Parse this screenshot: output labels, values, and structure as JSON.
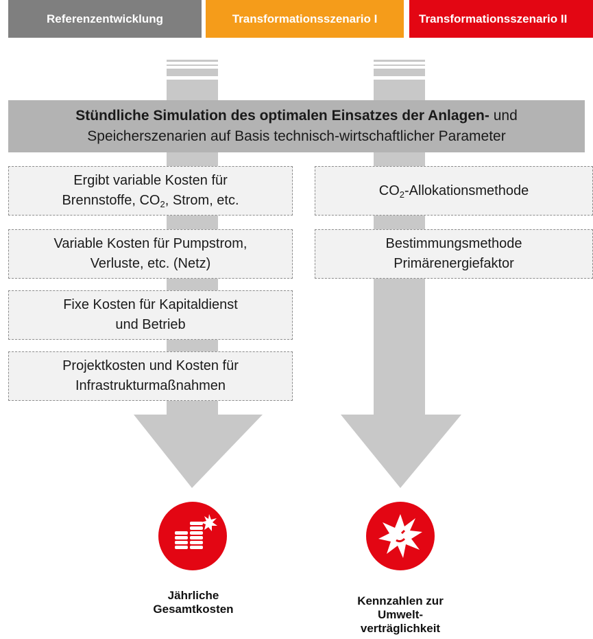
{
  "tabs": [
    {
      "label": "Referenzentwicklung",
      "color": "#7f7f7f"
    },
    {
      "label": "Transformationsszenario I",
      "color": "#f59c1a"
    },
    {
      "label": "Transformationsszenario II",
      "color": "#e30613"
    }
  ],
  "banner": {
    "bold_text": "Stündliche Simulation des optimalen Einsatzes der Anlagen-",
    "tail_text": " und",
    "line2": "Speicherszenarien auf Basis technisch-wirtschaftlicher Parameter"
  },
  "left_boxes": [
    {
      "line1": "Ergibt variable Kosten für",
      "line2_a": "Brennstoffe, CO",
      "line2_sub": "2",
      "line2_b": ", Strom, etc."
    },
    {
      "line1": "Variable Kosten für Pumpstrom,",
      "line2": "Verluste, etc. (Netz)"
    },
    {
      "line1": "Fixe Kosten für Kapitaldienst",
      "line2": "und Betrieb"
    },
    {
      "line1": "Projektkosten und Kosten für",
      "line2": "Infrastrukturmaßnahmen"
    }
  ],
  "right_boxes": [
    {
      "pre": "CO",
      "sub": "2",
      "post": "-Allokationsmethode"
    },
    {
      "line1": "Bestimmungsmethode",
      "line2": "Primärenergiefaktor"
    }
  ],
  "outcomes": [
    {
      "line1": "Jährliche",
      "line2": "Gesamtkosten",
      "icon": "coins-icon"
    },
    {
      "line1": "Kennzahlen zur",
      "line2": "Umwelt-",
      "line3": "verträglichkeit",
      "icon": "impact-star-icon"
    }
  ],
  "colors": {
    "arrow": "#c8c8c8",
    "banner": "#b3b3b3",
    "box_fill": "#f2f2f2",
    "icon_red": "#e30613"
  }
}
